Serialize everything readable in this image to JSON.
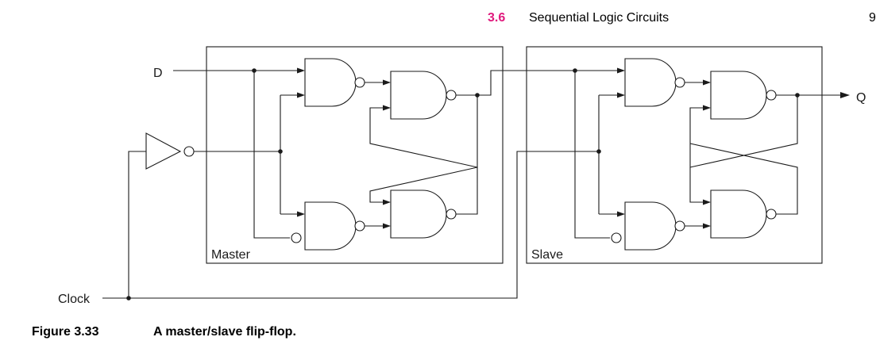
{
  "header": {
    "section_number": "3.6",
    "section_title": "Sequential Logic Circuits",
    "page_fragment": "9"
  },
  "colors": {
    "section_number": "#e0197d",
    "ink": "#1a1a1a"
  },
  "diagram": {
    "input_d": "D",
    "input_clock": "Clock",
    "output_q": "Q",
    "master_label": "Master",
    "slave_label": "Slave"
  },
  "caption": {
    "number": "Figure 3.33",
    "text": "A master/slave flip-flop."
  }
}
